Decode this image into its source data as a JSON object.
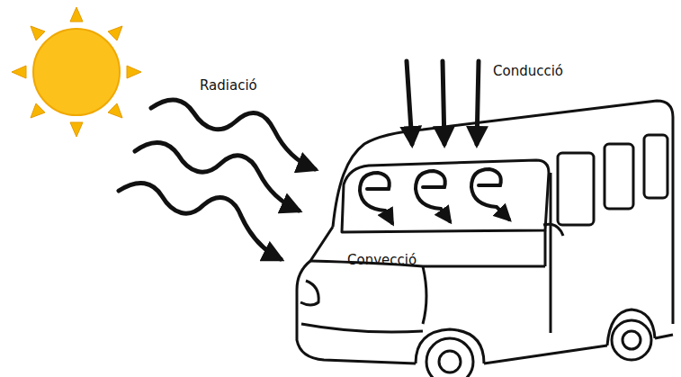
{
  "diagram": {
    "labels": [
      "Radiació",
      "Conducció",
      "Convecció"
    ]
  }
}
